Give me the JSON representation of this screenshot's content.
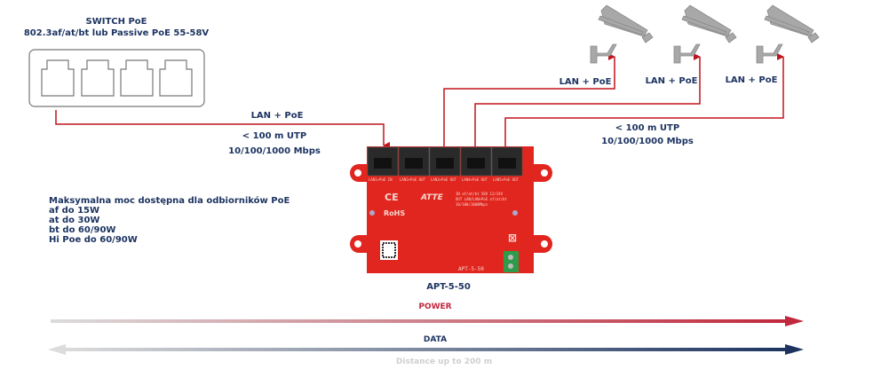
{
  "switch": {
    "title": "SWITCH PoE",
    "subtitle": "802.3af/at/bt lub Passive PoE 55-58V",
    "port_count": 4
  },
  "input_link": {
    "label": "LAN + PoE",
    "distance": "< 100 m UTP",
    "speed": "10/100/1000 Mbps"
  },
  "output_link": {
    "distance": "< 100 m UTP",
    "speed": "10/100/1000 Mbps"
  },
  "cameras": [
    {
      "label": "LAN + PoE"
    },
    {
      "label": "LAN + PoE"
    },
    {
      "label": "LAN + PoE"
    }
  ],
  "power_info": {
    "heading": "Maksymalna moc dostępna dla odbiorników PoE",
    "lines": [
      "af do 15W",
      "at do 30W",
      "bt do 60/90W",
      "Hi Poe do 60/90W"
    ]
  },
  "device": {
    "name": "APT-5-50",
    "board_model": "APT-5-50",
    "brand": "ATTE",
    "ports": [
      "LAN1+PoE IN",
      "LAN2+PoE OUT",
      "LAN3+PoE OUT",
      "LAN4+PoE OUT",
      "LAN5+PoE OUT"
    ],
    "marks": [
      "CE",
      "RoHS"
    ],
    "spec_lines": [
      "IN  af/at/bt 58V 12/24V",
      "OUT LAN/LAN+PoE af/at/bt",
      "10/100/1000Mbps"
    ]
  },
  "legend": {
    "power_label": "POWER",
    "data_label": "DATA",
    "distance": "Distance up to 200 m"
  },
  "colors": {
    "cable": "#c0141c",
    "text": "#1d3461",
    "power": "#c0283c",
    "data": "#1d3461",
    "pcb": "#e0261e",
    "camera": "#a8a8a8"
  }
}
